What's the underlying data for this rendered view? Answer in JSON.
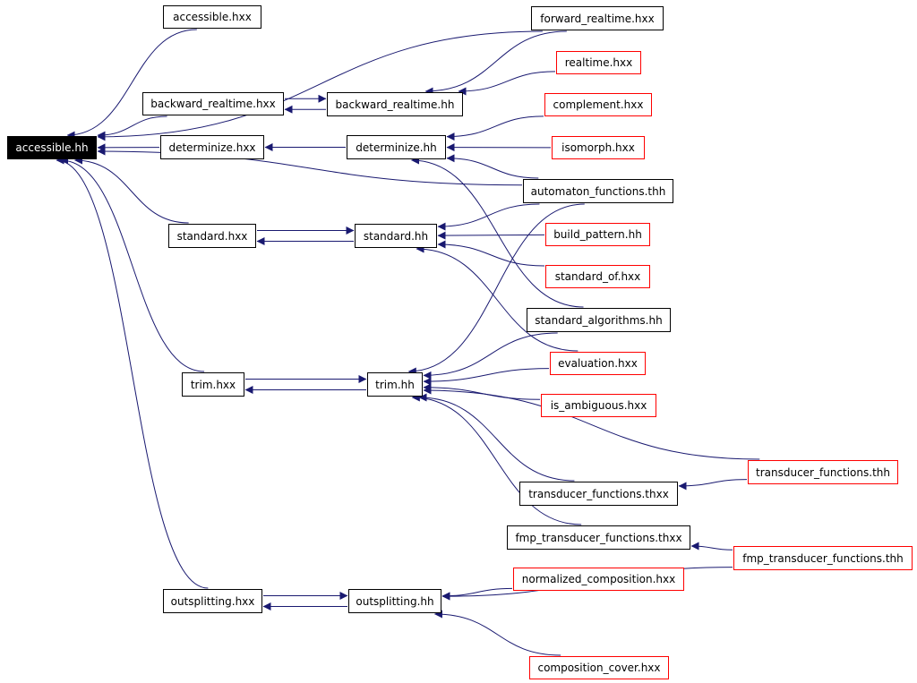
{
  "diagram": {
    "edge_color": "#191970",
    "root_fill": "#000000",
    "external_border_color": "#ff0000",
    "nodes": [
      {
        "id": "accessible_hh",
        "label": "accessible.hh",
        "style": "root"
      },
      {
        "id": "accessible_hxx",
        "label": "accessible.hxx",
        "style": "black"
      },
      {
        "id": "forward_realtime_hxx",
        "label": "forward_realtime.hxx",
        "style": "black"
      },
      {
        "id": "realtime_hxx",
        "label": "realtime.hxx",
        "style": "red"
      },
      {
        "id": "backward_realtime_hxx",
        "label": "backward_realtime.hxx",
        "style": "black"
      },
      {
        "id": "backward_realtime_hh",
        "label": "backward_realtime.hh",
        "style": "black"
      },
      {
        "id": "complement_hxx",
        "label": "complement.hxx",
        "style": "red"
      },
      {
        "id": "determinize_hxx",
        "label": "determinize.hxx",
        "style": "black"
      },
      {
        "id": "determinize_hh",
        "label": "determinize.hh",
        "style": "black"
      },
      {
        "id": "isomorph_hxx",
        "label": "isomorph.hxx",
        "style": "red"
      },
      {
        "id": "automaton_functions_thh",
        "label": "automaton_functions.thh",
        "style": "black"
      },
      {
        "id": "standard_hxx",
        "label": "standard.hxx",
        "style": "black"
      },
      {
        "id": "standard_hh",
        "label": "standard.hh",
        "style": "black"
      },
      {
        "id": "build_pattern_hh",
        "label": "build_pattern.hh",
        "style": "red"
      },
      {
        "id": "standard_of_hxx",
        "label": "standard_of.hxx",
        "style": "red"
      },
      {
        "id": "standard_algorithms_hh",
        "label": "standard_algorithms.hh",
        "style": "black"
      },
      {
        "id": "evaluation_hxx",
        "label": "evaluation.hxx",
        "style": "red"
      },
      {
        "id": "trim_hxx",
        "label": "trim.hxx",
        "style": "black"
      },
      {
        "id": "trim_hh",
        "label": "trim.hh",
        "style": "black"
      },
      {
        "id": "is_ambiguous_hxx",
        "label": "is_ambiguous.hxx",
        "style": "red"
      },
      {
        "id": "transducer_functions_thh",
        "label": "transducer_functions.thh",
        "style": "red"
      },
      {
        "id": "transducer_functions_thxx",
        "label": "transducer_functions.thxx",
        "style": "black"
      },
      {
        "id": "fmp_transducer_functions_thxx",
        "label": "fmp_transducer_functions.thxx",
        "style": "black"
      },
      {
        "id": "fmp_transducer_functions_thh",
        "label": "fmp_transducer_functions.thh",
        "style": "red"
      },
      {
        "id": "normalized_composition_hxx",
        "label": "normalized_composition.hxx",
        "style": "red"
      },
      {
        "id": "outsplitting_hxx",
        "label": "outsplitting.hxx",
        "style": "black"
      },
      {
        "id": "outsplitting_hh",
        "label": "outsplitting.hh",
        "style": "black"
      },
      {
        "id": "composition_cover_hxx",
        "label": "composition_cover.hxx",
        "style": "red"
      }
    ],
    "edges": [
      {
        "from": "accessible_hxx",
        "to": "accessible_hh"
      },
      {
        "from": "forward_realtime_hxx",
        "to": "accessible_hh"
      },
      {
        "from": "backward_realtime_hxx",
        "to": "accessible_hh"
      },
      {
        "from": "determinize_hxx",
        "to": "accessible_hh"
      },
      {
        "from": "automaton_functions_thh",
        "to": "accessible_hh"
      },
      {
        "from": "standard_hxx",
        "to": "accessible_hh"
      },
      {
        "from": "trim_hxx",
        "to": "accessible_hh"
      },
      {
        "from": "outsplitting_hxx",
        "to": "accessible_hh"
      },
      {
        "from": "backward_realtime_hxx",
        "to": "backward_realtime_hh"
      },
      {
        "from": "backward_realtime_hh",
        "to": "backward_realtime_hxx"
      },
      {
        "from": "forward_realtime_hxx",
        "to": "backward_realtime_hh"
      },
      {
        "from": "realtime_hxx",
        "to": "backward_realtime_hh"
      },
      {
        "from": "determinize_hh",
        "to": "determinize_hxx"
      },
      {
        "from": "complement_hxx",
        "to": "determinize_hh"
      },
      {
        "from": "isomorph_hxx",
        "to": "determinize_hh"
      },
      {
        "from": "automaton_functions_thh",
        "to": "determinize_hh"
      },
      {
        "from": "standard_algorithms_hh",
        "to": "determinize_hh"
      },
      {
        "from": "standard_hxx",
        "to": "standard_hh"
      },
      {
        "from": "standard_hh",
        "to": "standard_hxx"
      },
      {
        "from": "automaton_functions_thh",
        "to": "standard_hh"
      },
      {
        "from": "build_pattern_hh",
        "to": "standard_hh"
      },
      {
        "from": "standard_of_hxx",
        "to": "standard_hh"
      },
      {
        "from": "evaluation_hxx",
        "to": "standard_hh"
      },
      {
        "from": "trim_hxx",
        "to": "trim_hh"
      },
      {
        "from": "trim_hh",
        "to": "trim_hxx"
      },
      {
        "from": "automaton_functions_thh",
        "to": "trim_hh"
      },
      {
        "from": "standard_algorithms_hh",
        "to": "trim_hh"
      },
      {
        "from": "evaluation_hxx",
        "to": "trim_hh"
      },
      {
        "from": "is_ambiguous_hxx",
        "to": "trim_hh"
      },
      {
        "from": "transducer_functions_thh",
        "to": "trim_hh"
      },
      {
        "from": "transducer_functions_thxx",
        "to": "trim_hh"
      },
      {
        "from": "fmp_transducer_functions_thxx",
        "to": "trim_hh"
      },
      {
        "from": "transducer_functions_thh",
        "to": "transducer_functions_thxx"
      },
      {
        "from": "fmp_transducer_functions_thh",
        "to": "fmp_transducer_functions_thxx"
      },
      {
        "from": "outsplitting_hxx",
        "to": "outsplitting_hh"
      },
      {
        "from": "outsplitting_hh",
        "to": "outsplitting_hxx"
      },
      {
        "from": "normalized_composition_hxx",
        "to": "outsplitting_hh"
      },
      {
        "from": "fmp_transducer_functions_thh",
        "to": "outsplitting_hh"
      },
      {
        "from": "composition_cover_hxx",
        "to": "outsplitting_hh"
      }
    ]
  }
}
